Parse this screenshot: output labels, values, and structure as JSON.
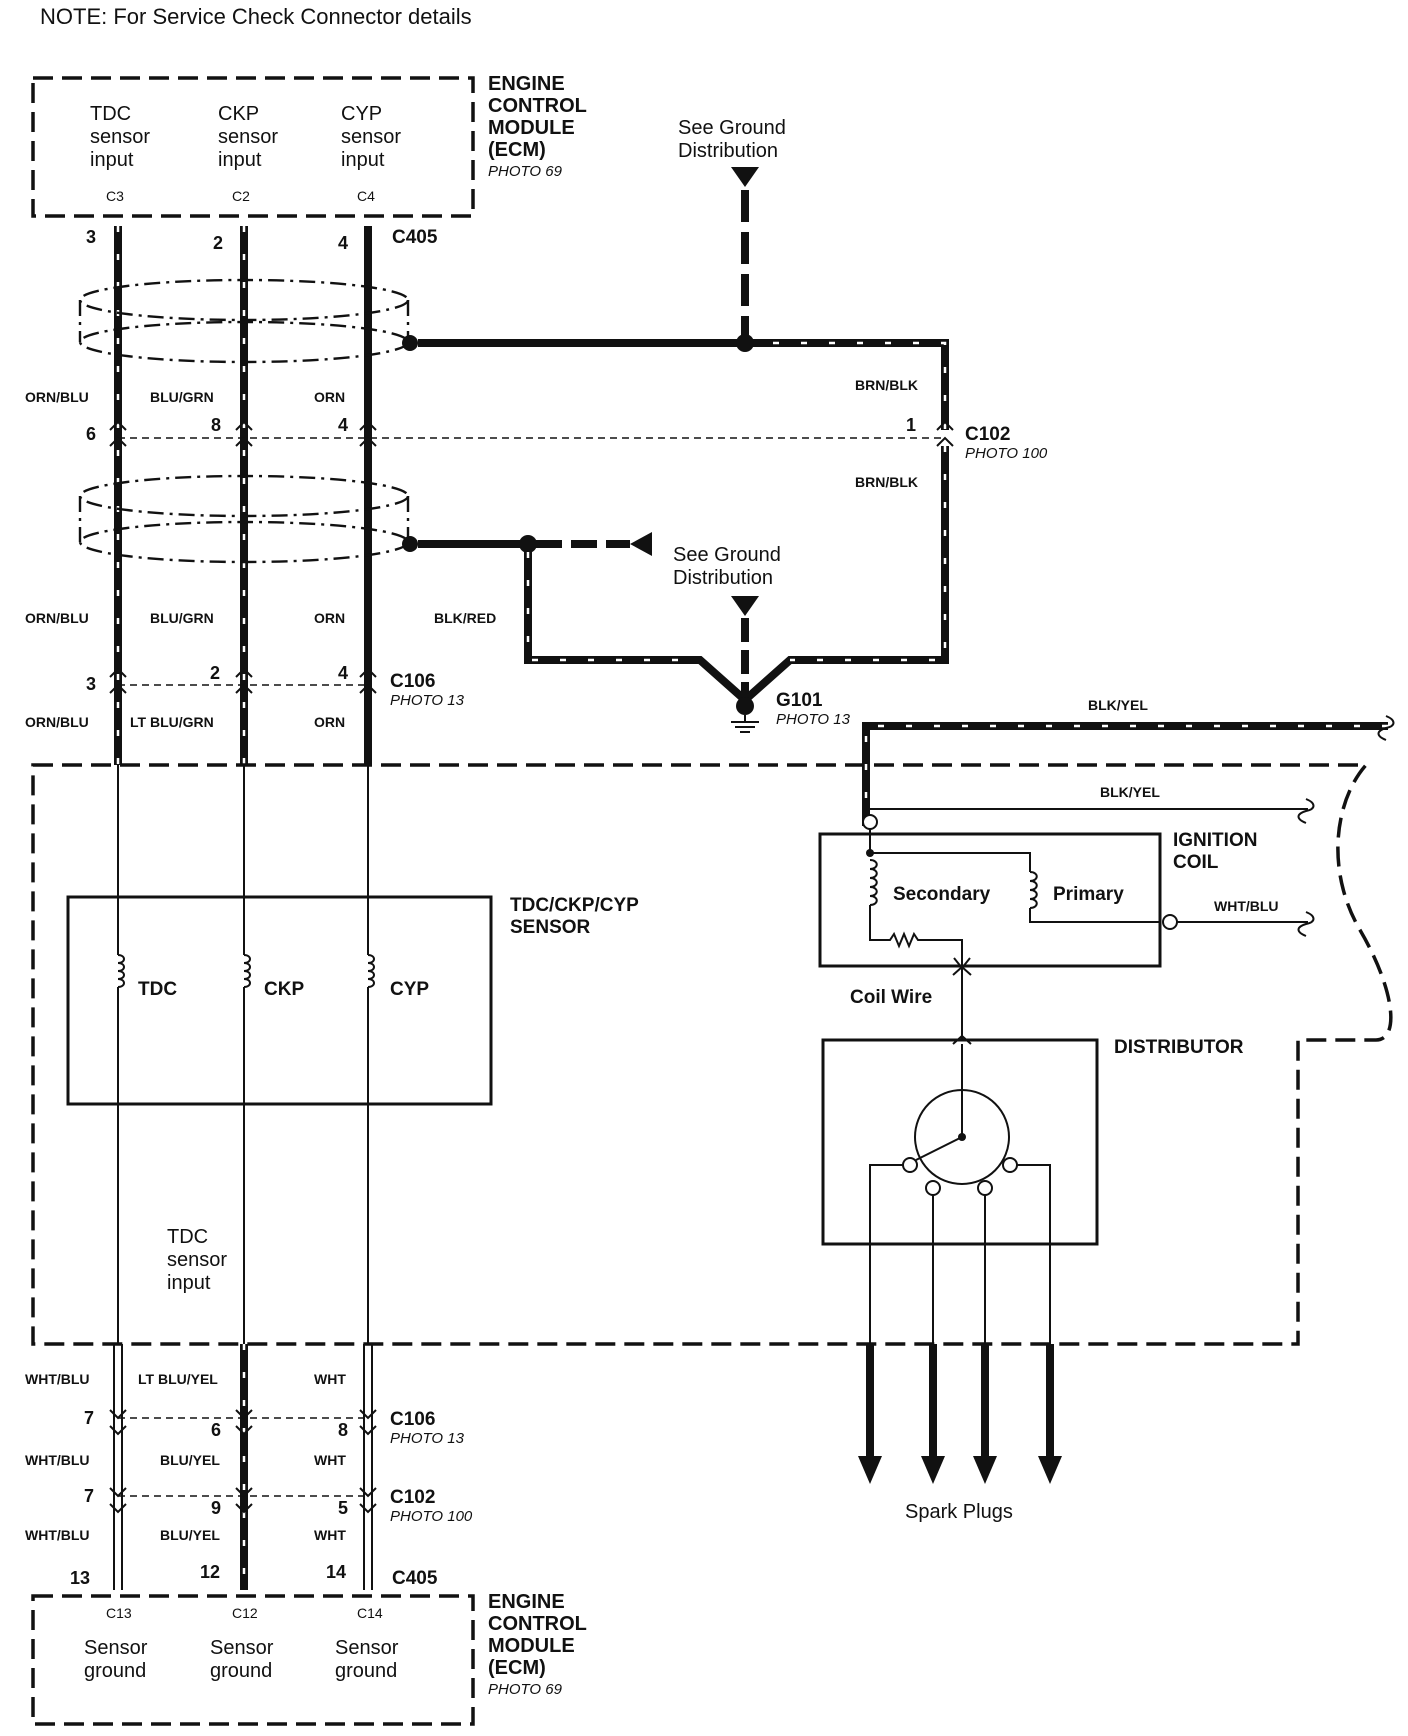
{
  "note": "NOTE: For Service Check Connector details",
  "ecm_top": {
    "title_lines": [
      "ENGINE",
      "CONTROL",
      "MODULE",
      "(ECM)"
    ],
    "photo": "PHOTO 69",
    "inputs": [
      {
        "lines": [
          "TDC",
          "sensor",
          "input"
        ],
        "pin": "C3"
      },
      {
        "lines": [
          "CKP",
          "sensor",
          "input"
        ],
        "pin": "C2"
      },
      {
        "lines": [
          "CYP",
          "sensor",
          "input"
        ],
        "pin": "C4"
      }
    ]
  },
  "ecm_bottom": {
    "title_lines": [
      "ENGINE",
      "CONTROL",
      "MODULE",
      "(ECM)"
    ],
    "photo": "PHOTO 69",
    "inputs": [
      {
        "lines": [
          "Sensor",
          "ground"
        ],
        "pin": "C13"
      },
      {
        "lines": [
          "Sensor",
          "ground"
        ],
        "pin": "C12"
      },
      {
        "lines": [
          "Sensor",
          "ground"
        ],
        "pin": "C14"
      }
    ]
  },
  "ground_distribution": {
    "line1": "See Ground",
    "line2": "Distribution"
  },
  "connectors": {
    "c405_top": {
      "name": "C405",
      "pins": [
        "3",
        "2",
        "4"
      ]
    },
    "c102_top": {
      "name": "C102",
      "photo": "PHOTO 100",
      "pins": [
        "6",
        "8",
        "4",
        "1"
      ]
    },
    "c106_top": {
      "name": "C106",
      "photo": "PHOTO 13",
      "pins": [
        "3",
        "2",
        "4"
      ]
    },
    "c106_bottom": {
      "name": "C106",
      "photo": "PHOTO 13",
      "pins": [
        "7",
        "6",
        "8"
      ]
    },
    "c102_bottom": {
      "name": "C102",
      "photo": "PHOTO 100",
      "pins": [
        "7",
        "9",
        "5"
      ]
    },
    "c405_bottom": {
      "name": "C405",
      "pins": [
        "13",
        "12",
        "14"
      ]
    }
  },
  "ground": {
    "name": "G101",
    "photo": "PHOTO 13"
  },
  "wire_colors": {
    "orn_blu": "ORN/BLU",
    "blu_grn": "BLU/GRN",
    "orn": "ORN",
    "brn_blk": "BRN/BLK",
    "blk_red": "BLK/RED",
    "lt_blu_grn": "LT BLU/GRN",
    "blk_yel": "BLK/YEL",
    "wht_blu": "WHT/BLU",
    "lt_blu_yel": "LT BLU/YEL",
    "wht": "WHT",
    "blu_yel": "BLU/YEL"
  },
  "sensor": {
    "title_lines": [
      "TDC/CKP/CYP",
      "SENSOR"
    ],
    "coils": [
      "TDC",
      "CKP",
      "CYP"
    ],
    "note_lines": [
      "TDC",
      "sensor",
      "input"
    ]
  },
  "ignition_coil": {
    "title_lines": [
      "IGNITION",
      "COIL"
    ],
    "secondary": "Secondary",
    "primary": "Primary"
  },
  "coil_wire": "Coil Wire",
  "distributor": "DISTRIBUTOR",
  "spark_plugs": "Spark Plugs"
}
